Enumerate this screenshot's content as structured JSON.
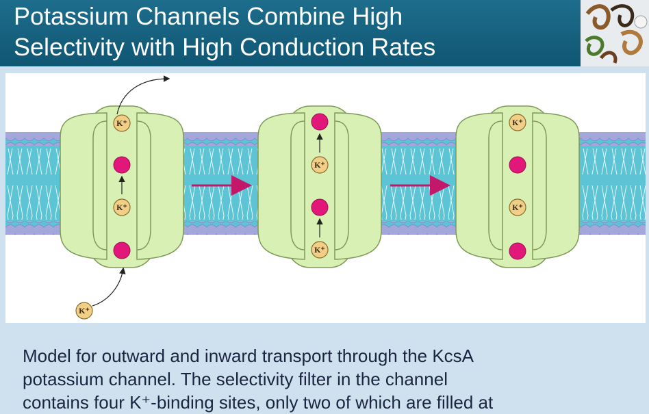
{
  "header": {
    "title_line1": "Potassium Channels Combine High",
    "title_line2": "Selectivity with High Conduction Rates"
  },
  "diagram": {
    "ion_label": "K+",
    "colors": {
      "header": "#135f7e",
      "membrane": "#5cc4d4",
      "lipid_head": "#a3a7dc",
      "channel": "#d8f0b4",
      "ion_filled": "#e2177a",
      "ion_label_disk": "#f2cf86",
      "transport_arrow": "#c3176a"
    }
  },
  "caption": {
    "line1": "Model for outward and inward transport through the KcsA",
    "line2": "potassium channel.  The selectivity filter in the channel",
    "line3": "contains four K⁺-binding sites, only two of which are filled at"
  }
}
